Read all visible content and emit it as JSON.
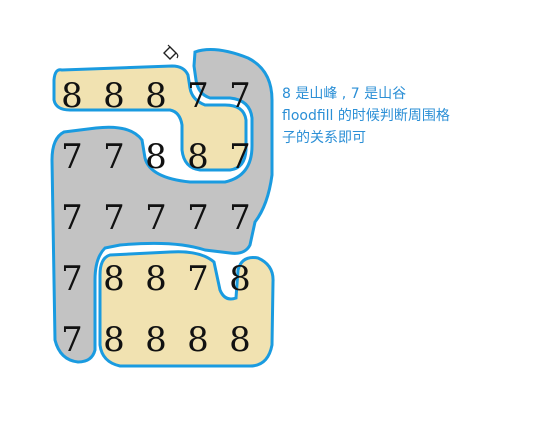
{
  "grid": {
    "rows": [
      [
        8,
        8,
        8,
        7,
        7
      ],
      [
        7,
        7,
        8,
        8,
        7
      ],
      [
        7,
        7,
        7,
        7,
        7
      ],
      [
        7,
        8,
        8,
        7,
        8
      ],
      [
        7,
        8,
        8,
        8,
        8
      ]
    ]
  },
  "colors": {
    "peak_fill": "#f1e2b1",
    "valley_fill": "#c3c3c3",
    "outline": "#1a9be0"
  },
  "icons": {
    "fill_tool": "paint-bucket-icon"
  },
  "annotation": {
    "line1": "8 是山峰 , 7 是山谷",
    "line2": "floodfill 的时候判断周围格",
    "line3": "子的关系即可"
  }
}
